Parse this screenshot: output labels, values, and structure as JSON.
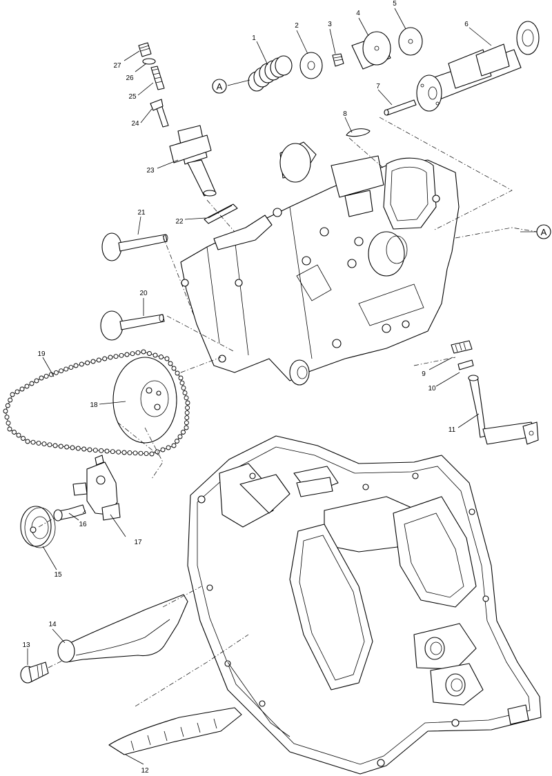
{
  "callouts": [
    {
      "id": "1",
      "label": "1"
    },
    {
      "id": "2",
      "label": "2"
    },
    {
      "id": "3",
      "label": "3"
    },
    {
      "id": "4",
      "label": "4"
    },
    {
      "id": "5",
      "label": "5"
    },
    {
      "id": "6",
      "label": "6"
    },
    {
      "id": "7",
      "label": "7"
    },
    {
      "id": "8",
      "label": "8"
    },
    {
      "id": "9",
      "label": "9"
    },
    {
      "id": "10",
      "label": "10"
    },
    {
      "id": "11",
      "label": "11"
    },
    {
      "id": "12",
      "label": "12"
    },
    {
      "id": "13",
      "label": "13"
    },
    {
      "id": "14",
      "label": "14"
    },
    {
      "id": "15",
      "label": "15"
    },
    {
      "id": "16",
      "label": "16"
    },
    {
      "id": "17",
      "label": "17"
    },
    {
      "id": "18",
      "label": "18"
    },
    {
      "id": "19",
      "label": "19"
    },
    {
      "id": "20",
      "label": "20"
    },
    {
      "id": "21",
      "label": "21"
    },
    {
      "id": "22",
      "label": "22"
    },
    {
      "id": "23",
      "label": "23"
    },
    {
      "id": "24",
      "label": "24"
    },
    {
      "id": "25",
      "label": "25"
    },
    {
      "id": "26",
      "label": "26"
    },
    {
      "id": "27",
      "label": "27"
    }
  ],
  "reference_markers": [
    {
      "id": "A-left",
      "label": "A"
    },
    {
      "id": "A-right",
      "label": "A"
    }
  ]
}
